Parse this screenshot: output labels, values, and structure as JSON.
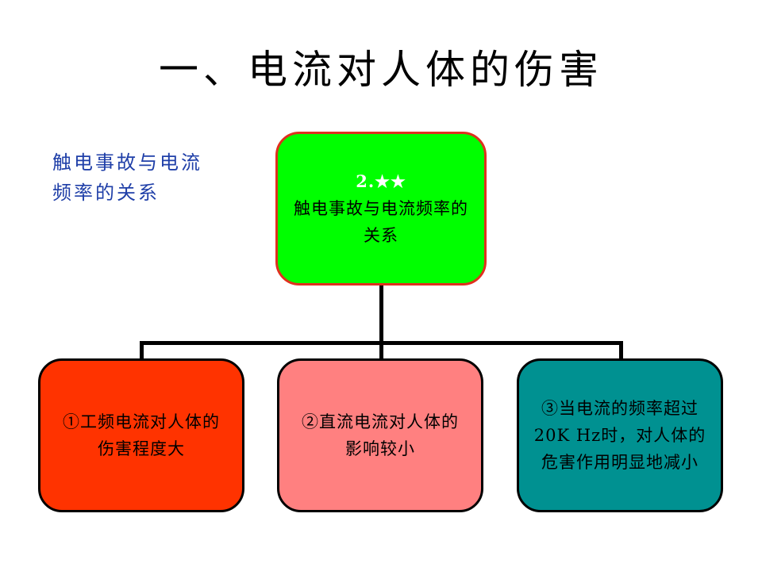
{
  "slide": {
    "title": "一、电流对人体的伤害",
    "side_note": "触电事故与电流频率的关系"
  },
  "diagram": {
    "root": {
      "rating": "2.★★",
      "label": "触电事故与电流频率的关系",
      "fill": "#00ff00",
      "border": "#e0301e"
    },
    "children": [
      {
        "label": "①工频电流对人体的伤害程度大",
        "fill": "#ff3300",
        "text_color": "#000000"
      },
      {
        "label": "②直流电流对人体的影响较小",
        "fill": "#ff8080",
        "text_color": "#000000"
      },
      {
        "label": "③当电流的频率超过20K Hz时，对人体的危害作用明显地减小",
        "fill": "#009191",
        "text_color": "#000000"
      }
    ]
  },
  "colors": {
    "title": "#000000",
    "side_note": "#1f3fa8",
    "connector": "#000000"
  }
}
